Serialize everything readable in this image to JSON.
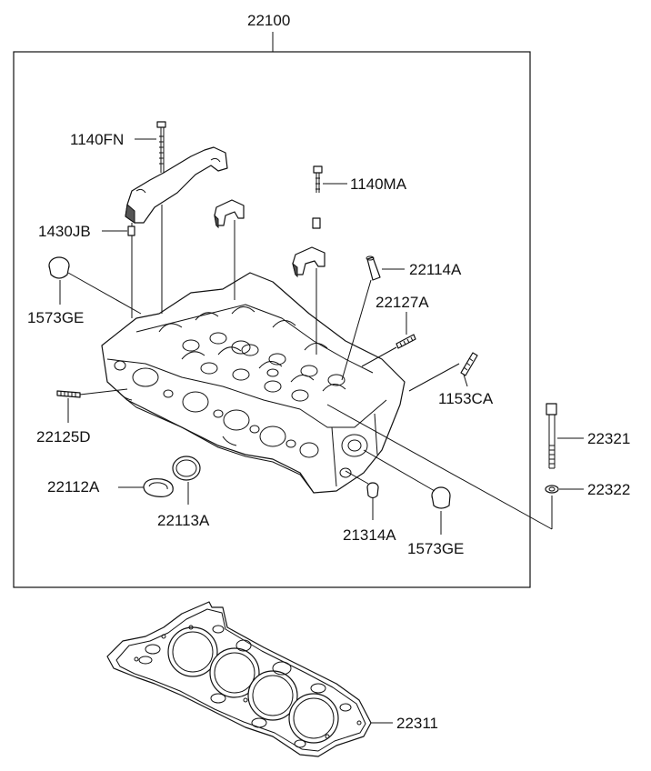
{
  "labels": {
    "assembly": "22100",
    "bolt_cap_long": "1140FN",
    "bolt_cap_short": "1140MA",
    "dowel_pin": "1430JB",
    "plug_left": "1573GE",
    "plug_right": "1573GE",
    "oil_pipe": "22114A",
    "stud_a": "22127A",
    "stud_b": "1153CA",
    "stud_c": "22125D",
    "oring": "22112A",
    "seal": "22113A",
    "plug_small": "21314A",
    "head_bolt": "22321",
    "washer": "22322",
    "gasket": "22311"
  }
}
